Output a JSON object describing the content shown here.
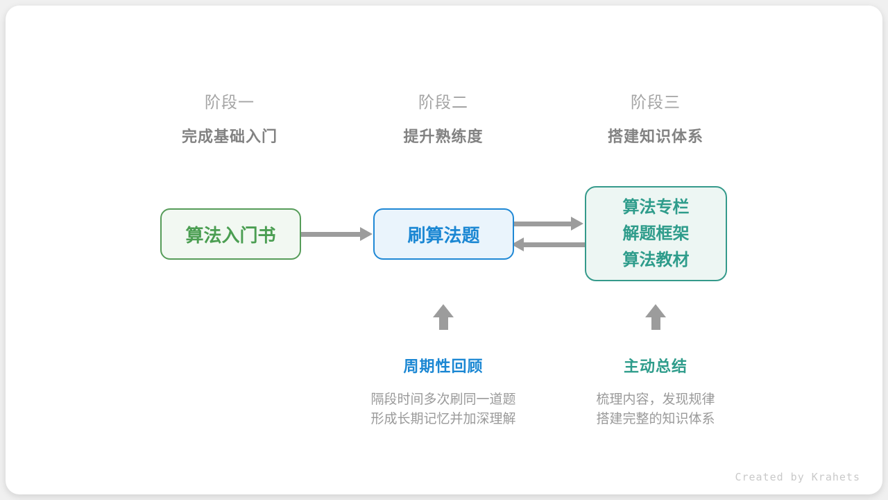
{
  "card": {
    "credit": "Created by Krahets"
  },
  "colors": {
    "green": "#4b9e52",
    "blue": "#1b87d3",
    "teal": "#2e9c8b",
    "arrow_gray": "#9c9c9c",
    "stage_label_gray": "#a4a4a4",
    "stage_subtitle_gray": "#828282",
    "desc_gray": "#9a9a9a"
  },
  "stages": [
    {
      "label": "阶段一",
      "subtitle": "完成基础入门"
    },
    {
      "label": "阶段二",
      "subtitle": "提升熟练度"
    },
    {
      "label": "阶段三",
      "subtitle": "搭建知识体系"
    }
  ],
  "nodes": {
    "intro_book": {
      "title": "算法入门书"
    },
    "practice": {
      "title": "刷算法题"
    },
    "resources": {
      "lines": [
        "算法专栏",
        "解题框架",
        "算法教材"
      ]
    }
  },
  "annotations": {
    "review": {
      "title": "周期性回顾",
      "line1": "隔段时间多次刷同一道题",
      "line2": "形成长期记忆并加深理解"
    },
    "summarize": {
      "title": "主动总结",
      "line1": "梳理内容，发现规律",
      "line2": "搭建完整的知识体系"
    }
  }
}
